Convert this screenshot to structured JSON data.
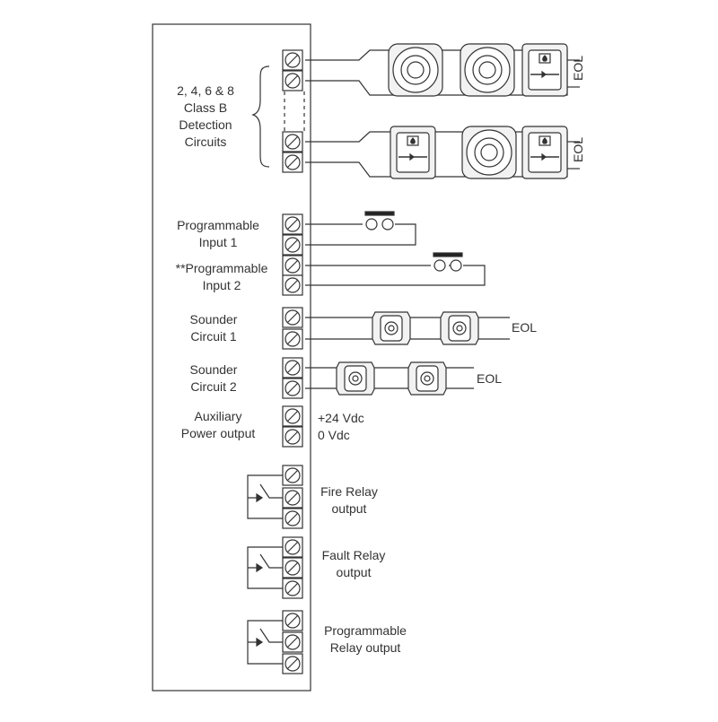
{
  "labels": {
    "detection": [
      "2, 4, 6 & 8",
      "Class B",
      "Detection",
      "Circuits"
    ],
    "prog_input_1": [
      "Programmable",
      "Input 1"
    ],
    "prog_input_2": [
      "**Programmable",
      "Input 2"
    ],
    "sounder_1": [
      "Sounder",
      "Circuit 1"
    ],
    "sounder_2": [
      "Sounder",
      "Circuit 2"
    ],
    "aux_power": [
      "Auxiliary",
      "Power output"
    ],
    "aux_values": [
      "+24 Vdc",
      "0 Vdc"
    ],
    "fire_relay": [
      "Fire Relay",
      "output"
    ],
    "fault_relay": [
      "Fault Relay",
      "output"
    ],
    "prog_relay": [
      "Programmable",
      "Relay output"
    ]
  },
  "eol": "EOL",
  "colors": {
    "stroke": "#333333",
    "device_fill": "#f2f2f2",
    "switch_bar": "#222222"
  }
}
